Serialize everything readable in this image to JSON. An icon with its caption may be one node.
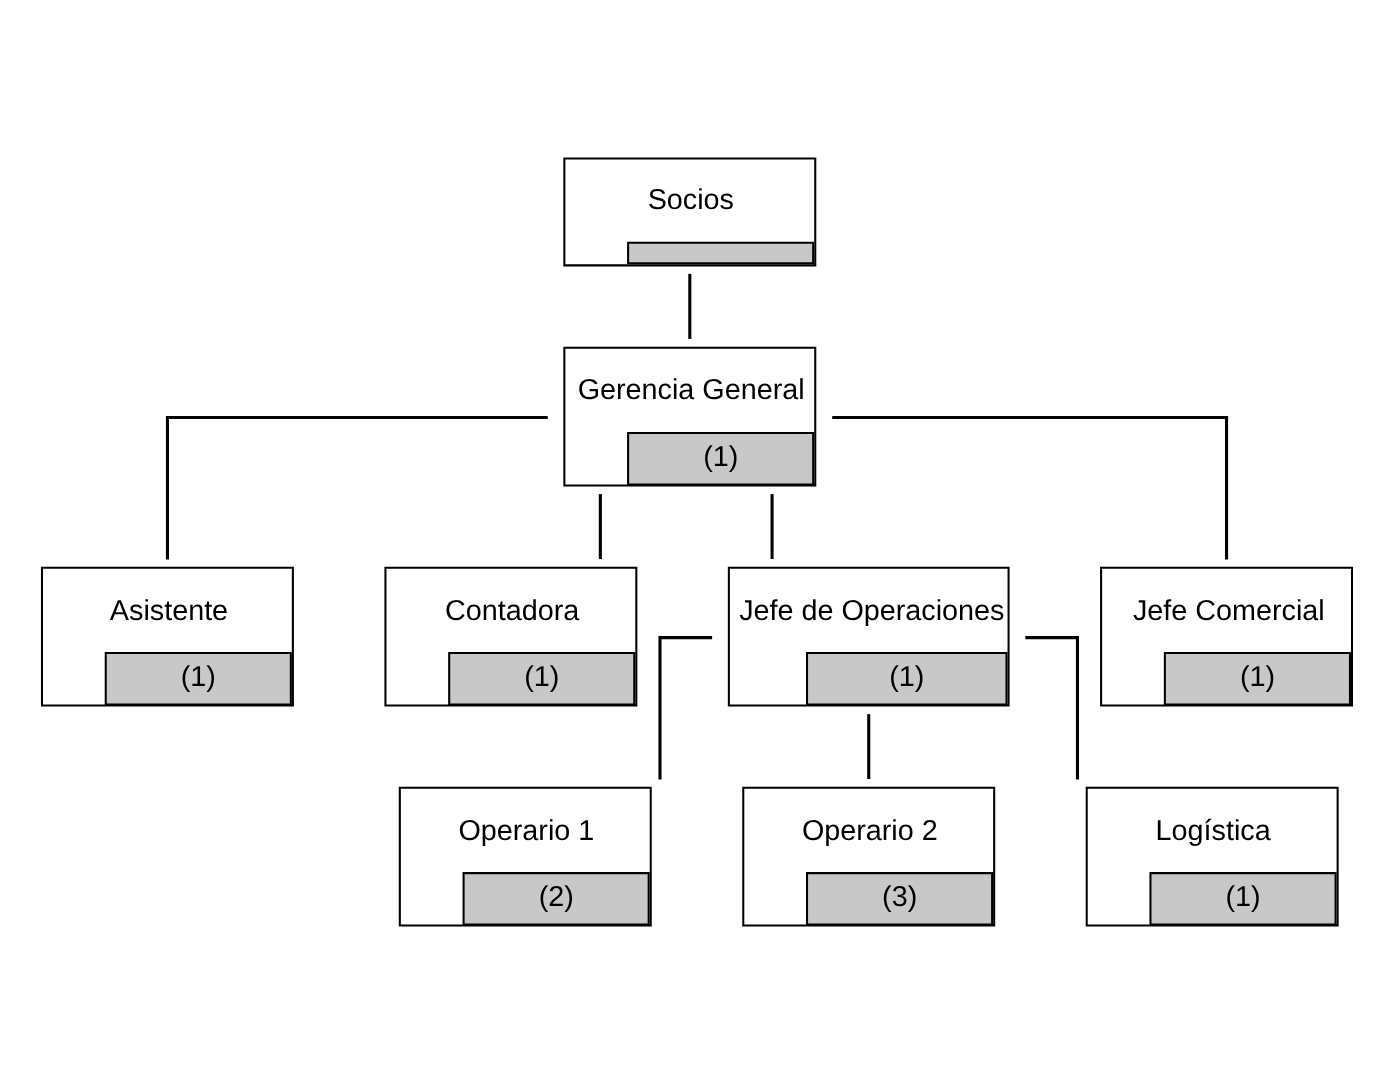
{
  "diagram": {
    "nodes": [
      {
        "text": [
          "Socios"
        ]
      },
      {
        "text": [
          "Gerencia General",
          "(1)"
        ]
      },
      {
        "text": [
          "Asistente",
          "(1)"
        ]
      },
      {
        "text": [
          "Contadora",
          "(1)"
        ]
      },
      {
        "text": [
          "Jefe de Operaciones",
          "(1)"
        ]
      },
      {
        "text": [
          "Jefe Comercial",
          "(1)"
        ]
      },
      {
        "text": [
          "Operario 1",
          "(2)"
        ]
      },
      {
        "text": [
          "Operario 2",
          "(3)"
        ]
      },
      {
        "text": [
          "Logística",
          "(1)"
        ]
      }
    ],
    "edges": [
      {
        "from": 0,
        "to": 1,
        "arrow": "none"
      },
      {
        "from": 1,
        "to": 2,
        "arrow": "none"
      },
      {
        "from": 1,
        "to": 3,
        "arrow": "none"
      },
      {
        "from": 1,
        "to": 4,
        "arrow": "none"
      },
      {
        "from": 1,
        "to": 5,
        "arrow": "none"
      },
      {
        "from": 4,
        "to": 6,
        "arrow": "none"
      },
      {
        "from": 4,
        "to": 7,
        "arrow": "none"
      },
      {
        "from": 4,
        "to": 8,
        "arrow": "none"
      }
    ]
  }
}
